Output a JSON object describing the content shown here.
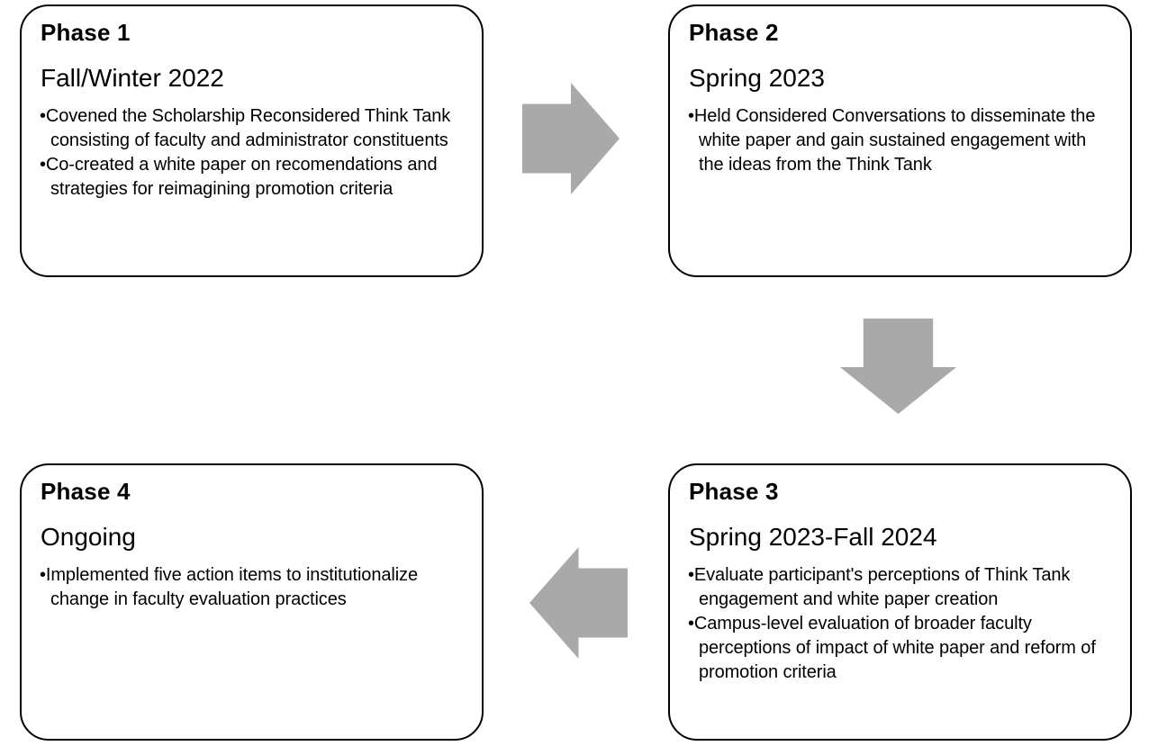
{
  "diagram": {
    "type": "process-flow",
    "background_color": "#FFFFFF",
    "box_border_color": "#000000",
    "text_color": "#000000",
    "arrow_color": "#A9A9A9",
    "phases": [
      {
        "title": "Phase 1",
        "period": "Fall/Winter 2022",
        "bullets": [
          "Covened the Scholarship Reconsidered Think Tank consisting of faculty and administrator constituents",
          "Co-created a white paper on recomendations and strategies for reimagining promotion criteria"
        ]
      },
      {
        "title": "Phase 2",
        "period": "Spring 2023",
        "bullets": [
          "Held Considered Conversations to disseminate the white paper and gain sustained engagement with the ideas from the Think Tank"
        ]
      },
      {
        "title": "Phase 3",
        "period": "Spring 2023-Fall 2024",
        "bullets": [
          "Evaluate participant's perceptions of Think Tank engagement and white paper creation",
          "Campus-level evaluation of broader faculty perceptions of impact of white paper and reform of promotion criteria"
        ]
      },
      {
        "title": "Phase 4",
        "period": "Ongoing",
        "bullets": [
          "Implemented five action items to institutionalize change in faculty evaluation practices"
        ]
      }
    ],
    "arrows": [
      {
        "direction": "right"
      },
      {
        "direction": "down"
      },
      {
        "direction": "left"
      }
    ]
  }
}
